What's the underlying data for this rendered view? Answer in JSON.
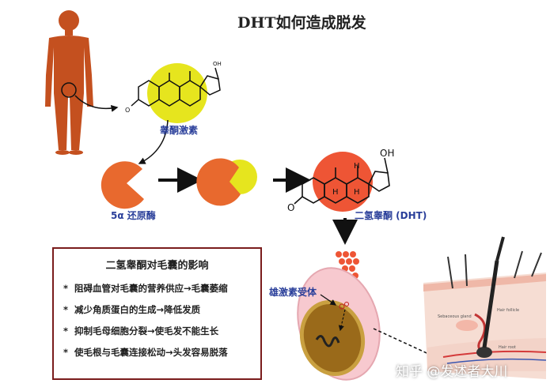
{
  "title": "DHT如何造成脱发",
  "labels": {
    "testosterone": "睾酮激素",
    "reductase": "5α 还原酶",
    "dht": "二氢睾酮 (DHT)",
    "receptor": "雄激素受体",
    "oh_top": "OH",
    "oh_dht": "OH",
    "o_top": "O",
    "o_dht": "O",
    "h_labels": [
      "H",
      "H",
      "H"
    ]
  },
  "effects_box": {
    "title": "二氢睾酮对毛囊的影响",
    "items": [
      "阻碍血管对毛囊的营养供应→毛囊萎缩",
      "减少角质蛋白的生成→降低发质",
      "抑制毛母细胞分裂→使毛发不能生长",
      "使毛根与毛囊连接松动→头发容易脱落"
    ],
    "bullet": "*"
  },
  "hair_diagram_labels": {
    "hair_follicle": "Hair follicle",
    "sebaceous_gland": "Sebaceous gland",
    "hair_root": "Hair root"
  },
  "watermark": "知乎 @发述者大川",
  "colors": {
    "body": "#c8501e",
    "enzyme": "#e8692e",
    "yellow": "#e6e51e",
    "dht_red": "#ee5535",
    "label_blue": "#2a3f9a",
    "box_border": "#7a1c1c"
  }
}
